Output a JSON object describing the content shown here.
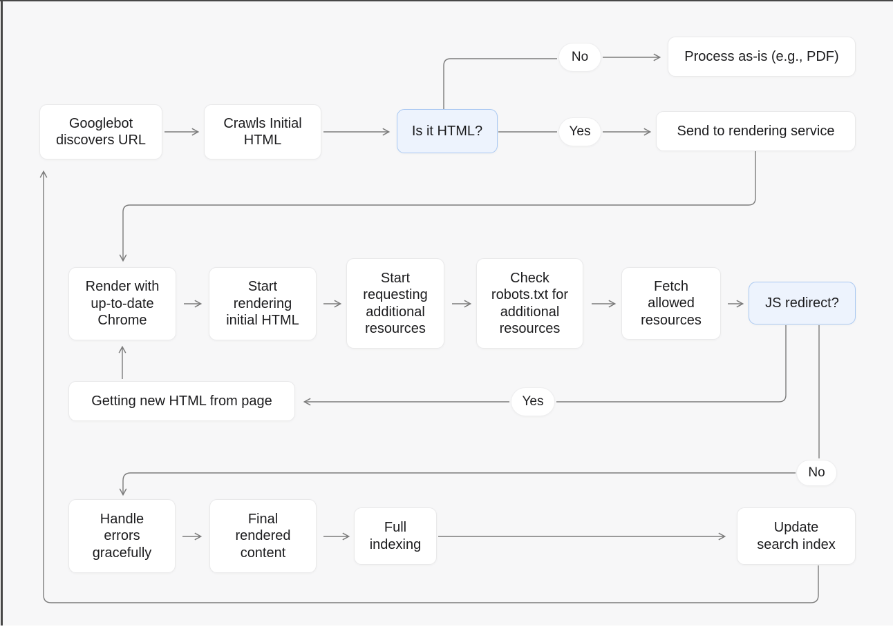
{
  "colors": {
    "background": "#f7f7f8",
    "node_background": "#ffffff",
    "node_border": "#e9e9ea",
    "decision_background": "#edf3fd",
    "decision_border": "#a9c8f2",
    "connector_line": "#7b7b7b",
    "text": "#1b1b1d",
    "frame_line": "#474747"
  },
  "nodes": {
    "googlebot": {
      "label": "Googlebot discovers URL"
    },
    "crawls": {
      "label": "Crawls Initial HTML"
    },
    "is_it_html": {
      "label": "Is it HTML?"
    },
    "process_as_is": {
      "label": "Process as-is (e.g., PDF)"
    },
    "send_to_rendering": {
      "label": "Send to rendering service"
    },
    "render_chrome": {
      "label": "Render with up-to-date Chrome"
    },
    "start_rendering": {
      "label": "Start rendering initial HTML"
    },
    "start_requesting": {
      "label": "Start requesting additional resources"
    },
    "check_robots": {
      "label": "Check robots.txt for additional resources"
    },
    "fetch_allowed": {
      "label": "Fetch allowed resources"
    },
    "js_redirect": {
      "label": "JS redirect?"
    },
    "getting_new_html": {
      "label": "Getting new HTML from page"
    },
    "handle_errors": {
      "label": "Handle errors gracefully"
    },
    "final_rendered": {
      "label": "Final rendered content"
    },
    "full_indexing": {
      "label": "Full indexing"
    },
    "update_index": {
      "label": "Update search index"
    }
  },
  "edge_labels": {
    "no_top": "No",
    "yes_top": "Yes",
    "yes_mid": "Yes",
    "no_bottom": "No"
  }
}
